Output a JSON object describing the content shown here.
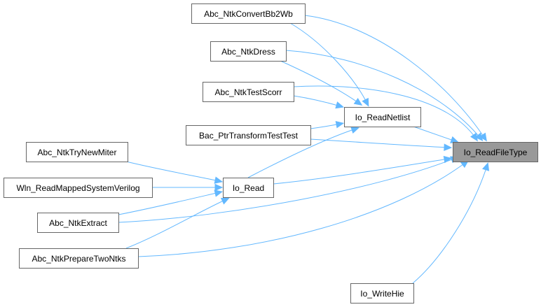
{
  "diagram": {
    "type": "call-graph",
    "edge_color": "#63b8ff",
    "node_border_color": "#666666",
    "current_node_fill": "#999999",
    "nodes": [
      {
        "id": "convert",
        "label": "Abc_NtkConvertBb2Wb"
      },
      {
        "id": "dress",
        "label": "Abc_NtkDress"
      },
      {
        "id": "testscorr",
        "label": "Abc_NtkTestScorr"
      },
      {
        "id": "readnetlist",
        "label": "Io_ReadNetlist"
      },
      {
        "id": "bac",
        "label": "Bac_PtrTransformTestTest"
      },
      {
        "id": "readfiletype",
        "label": "Io_ReadFileType",
        "current": true
      },
      {
        "id": "trynewmiter",
        "label": "Abc_NtkTryNewMiter"
      },
      {
        "id": "wln",
        "label": "Wln_ReadMappedSystemVerilog"
      },
      {
        "id": "ioread",
        "label": "Io_Read"
      },
      {
        "id": "extract",
        "label": "Abc_NtkExtract"
      },
      {
        "id": "preparetwo",
        "label": "Abc_NtkPrepareTwoNtks"
      },
      {
        "id": "writehie",
        "label": "Io_WriteHie"
      }
    ],
    "edges": [
      {
        "from": "convert",
        "to": "readfiletype"
      },
      {
        "from": "convert",
        "to": "readnetlist"
      },
      {
        "from": "dress",
        "to": "readfiletype"
      },
      {
        "from": "dress",
        "to": "readnetlist"
      },
      {
        "from": "testscorr",
        "to": "readfiletype"
      },
      {
        "from": "testscorr",
        "to": "readnetlist"
      },
      {
        "from": "bac",
        "to": "readnetlist"
      },
      {
        "from": "bac",
        "to": "readfiletype"
      },
      {
        "from": "readnetlist",
        "to": "readfiletype"
      },
      {
        "from": "trynewmiter",
        "to": "ioread"
      },
      {
        "from": "wln",
        "to": "ioread"
      },
      {
        "from": "extract",
        "to": "ioread"
      },
      {
        "from": "extract",
        "to": "readfiletype"
      },
      {
        "from": "preparetwo",
        "to": "ioread"
      },
      {
        "from": "preparetwo",
        "to": "readfiletype"
      },
      {
        "from": "ioread",
        "to": "readnetlist"
      },
      {
        "from": "ioread",
        "to": "readfiletype"
      },
      {
        "from": "writehie",
        "to": "readfiletype"
      }
    ]
  }
}
